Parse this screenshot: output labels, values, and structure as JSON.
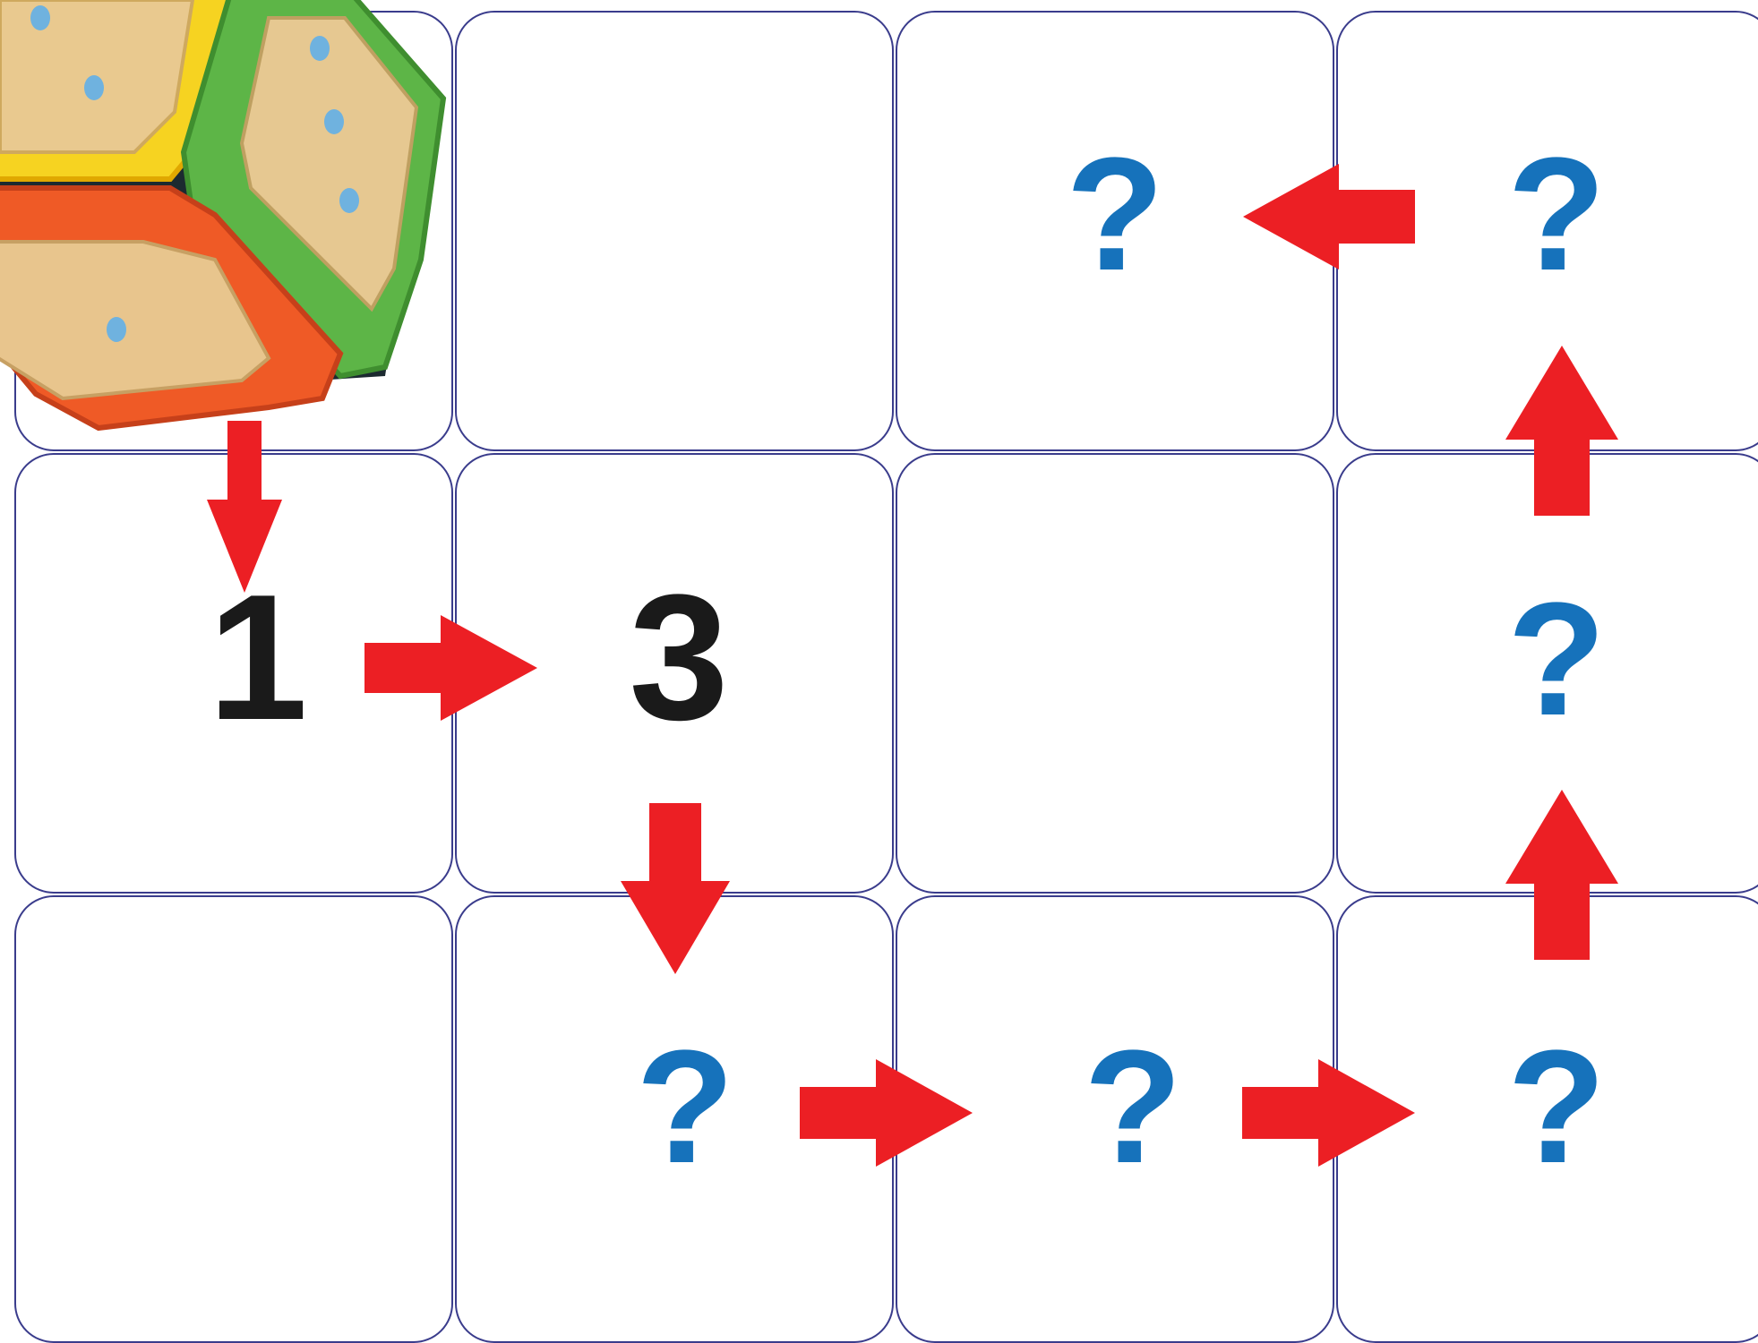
{
  "grid": {
    "rows": 3,
    "cols": 4
  },
  "cells": [
    {
      "row": 0,
      "col": 0,
      "text": "",
      "kind": "dice"
    },
    {
      "row": 0,
      "col": 1,
      "text": "",
      "kind": "empty"
    },
    {
      "row": 0,
      "col": 2,
      "text": "?",
      "kind": "unknown"
    },
    {
      "row": 0,
      "col": 3,
      "text": "?",
      "kind": "unknown"
    },
    {
      "row": 1,
      "col": 0,
      "text": "1",
      "kind": "number"
    },
    {
      "row": 1,
      "col": 1,
      "text": "3",
      "kind": "number"
    },
    {
      "row": 1,
      "col": 2,
      "text": "",
      "kind": "empty"
    },
    {
      "row": 1,
      "col": 3,
      "text": "?",
      "kind": "unknown"
    },
    {
      "row": 2,
      "col": 0,
      "text": "",
      "kind": "empty"
    },
    {
      "row": 2,
      "col": 1,
      "text": "?",
      "kind": "unknown"
    },
    {
      "row": 2,
      "col": 2,
      "text": "?",
      "kind": "unknown"
    },
    {
      "row": 2,
      "col": 3,
      "text": "?",
      "kind": "unknown"
    }
  ],
  "path_arrows": [
    "down",
    "right",
    "down",
    "right",
    "right",
    "up",
    "up",
    "left"
  ],
  "dice_dots": {
    "yellow": 2,
    "green": 3,
    "orange": 1
  },
  "colors": {
    "arrow": "#ec1f24",
    "unknown_text": "#1672bb",
    "number_text": "#1a1a1a",
    "cell_border": "#3a3c8c",
    "dice_yellow": "#f6d321",
    "dice_green": "#5db547",
    "dice_orange": "#ef5a26",
    "dice_face": "#e9c98f",
    "dice_dot": "#6fb2df"
  }
}
